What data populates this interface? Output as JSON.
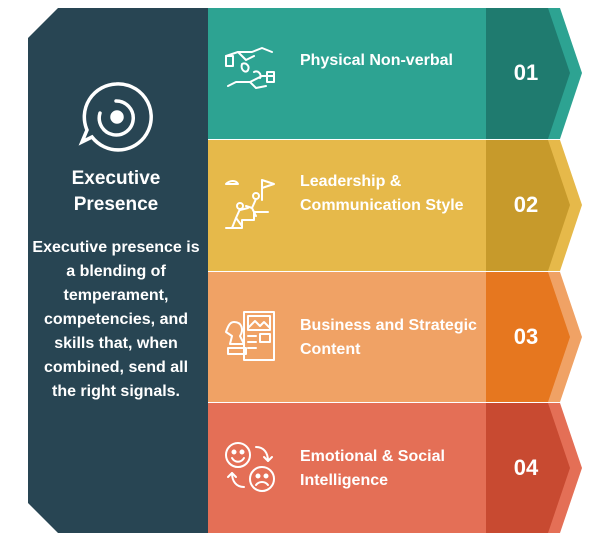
{
  "panel": {
    "title": "Executive Presence",
    "description": "Executive presence is a blending of temperament, competencies, and skills that, when combined, send all the right signals.",
    "color": "#284553",
    "icon": "speech-target-icon"
  },
  "items": [
    {
      "label": "Physical Non-verbal",
      "number": "01",
      "color": "#2DA392",
      "dark": "#1F7B6F",
      "icon": "handshake-icon"
    },
    {
      "label": "Leadership & Communication Style",
      "number": "02",
      "color": "#E6B94A",
      "dark": "#C79A2B",
      "icon": "climbing-flag-icon"
    },
    {
      "label": "Business and Strategic Content",
      "number": "03",
      "color": "#F0A265",
      "dark": "#E6771F",
      "icon": "chess-strategy-icon"
    },
    {
      "label": "Emotional & Social Intelligence",
      "number": "04",
      "color": "#E46F56",
      "dark": "#C84A31",
      "icon": "emotions-icon"
    }
  ]
}
